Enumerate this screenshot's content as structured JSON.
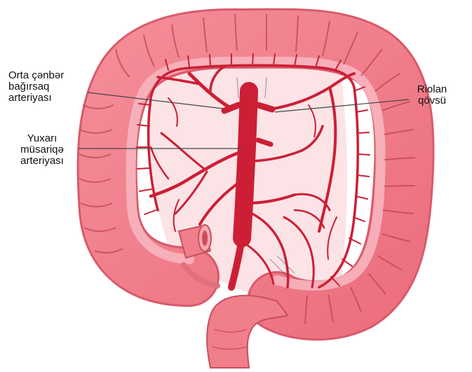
{
  "labels": {
    "middle_colic_artery": [
      "Orta çənbər",
      "bağırsaq",
      "arteriyası"
    ],
    "superior_mesenteric_artery": [
      "Yuxarı",
      "müsariqə",
      "arteriyası"
    ],
    "riolan_arc": [
      "Riolan",
      "qövsü"
    ]
  },
  "colors": {
    "colon_fill": "#f07e8b",
    "colon_haustra": "#e9909a",
    "colon_outline": "#c8505f",
    "mesentery": "#f9d3d7",
    "artery": "#cc1f35",
    "leader_line": "#444444"
  }
}
